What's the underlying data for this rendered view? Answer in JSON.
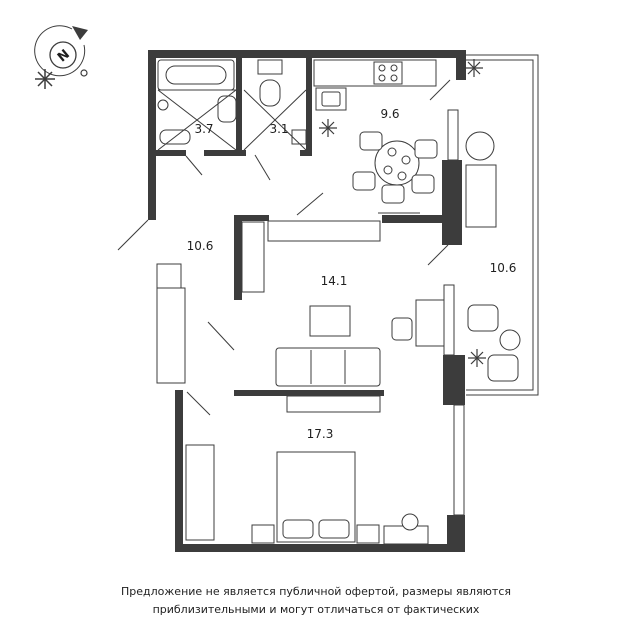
{
  "rooms": [
    {
      "id": "bathroom",
      "area": "3.7"
    },
    {
      "id": "toilet",
      "area": "3.1"
    },
    {
      "id": "kitchen",
      "area": "9.6"
    },
    {
      "id": "hall",
      "area": "10.6"
    },
    {
      "id": "living",
      "area": "14.1"
    },
    {
      "id": "loggia",
      "area": "10.6"
    },
    {
      "id": "bedroom",
      "area": "17.3"
    }
  ],
  "compass": {
    "letter": "N"
  },
  "disclaimer": {
    "line1": "Предложение не является публичной офертой, размеры являются",
    "line2": "приблизительными и могут отличаться от фактических"
  },
  "colors": {
    "wall": "#3c3c3c",
    "line": "#3c3c3c",
    "background": "#ffffff"
  }
}
